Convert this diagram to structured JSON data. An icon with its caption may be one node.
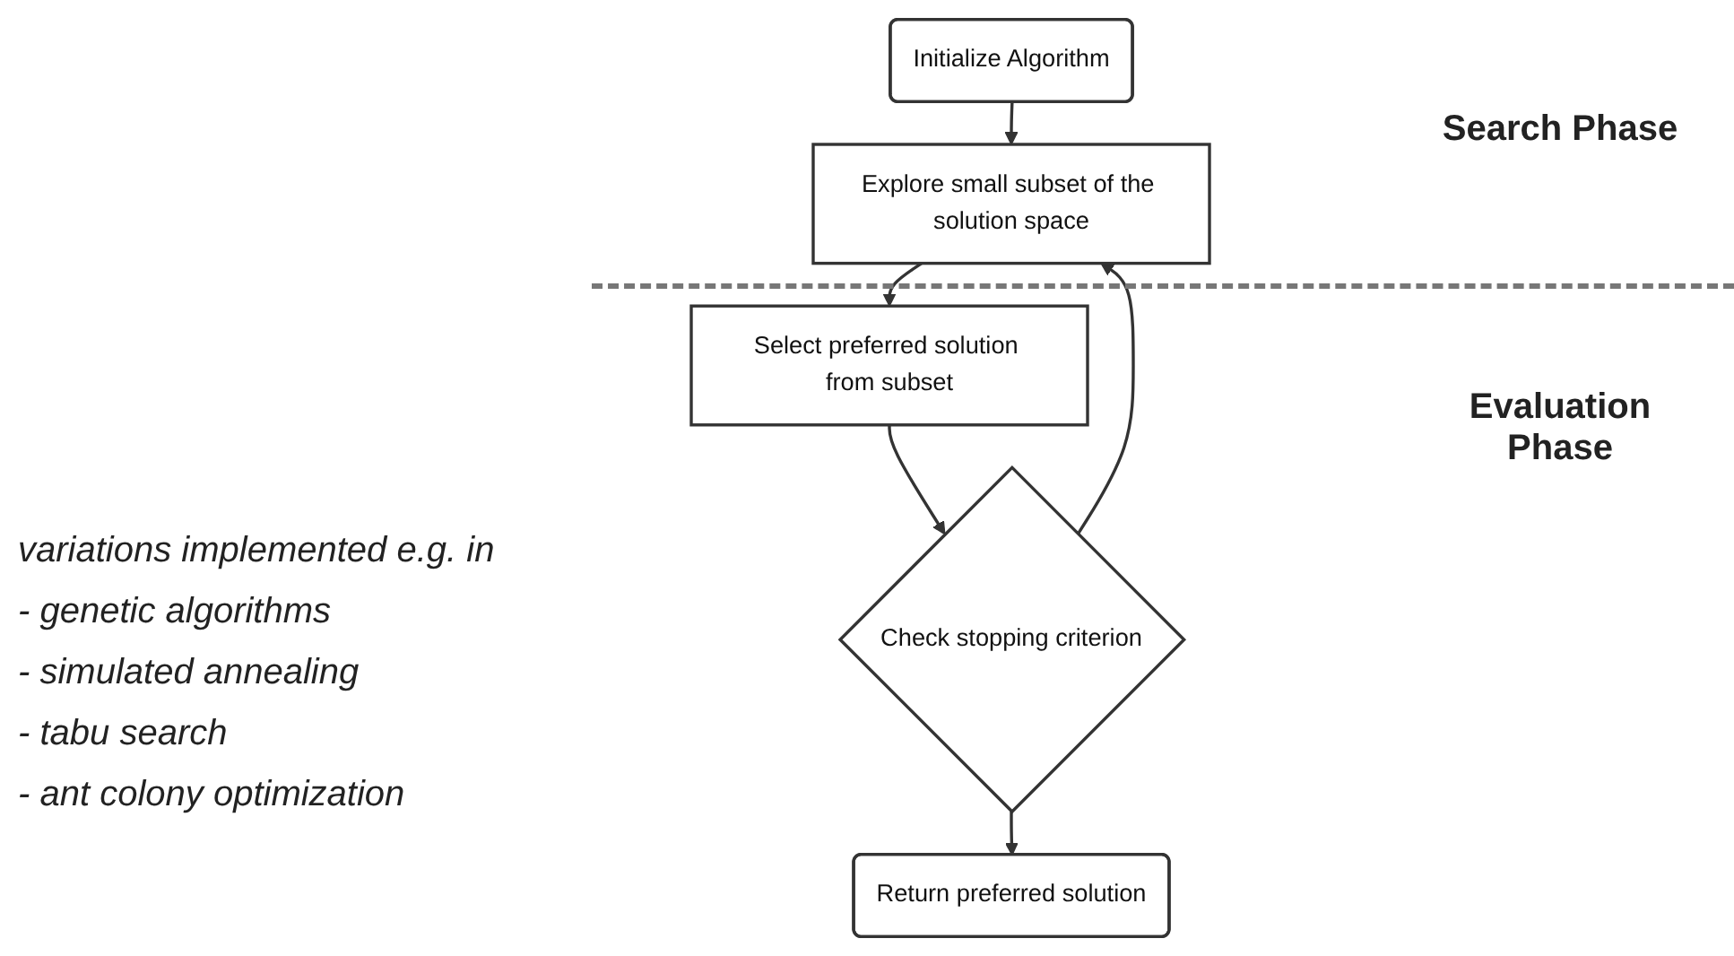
{
  "diagram": {
    "nodes": [
      {
        "text": [
          "Initialize Algorithm"
        ]
      },
      {
        "text": [
          "Explore small subset of the solution space"
        ]
      },
      {
        "text": [
          "Select preferred solution from subset"
        ]
      },
      {
        "text": [
          "Check stopping criterion"
        ]
      },
      {
        "text": [
          "Return preferred solution"
        ]
      }
    ],
    "edges": [
      {
        "from": 0,
        "to": 1,
        "arrow": "to"
      },
      {
        "from": 1,
        "to": 2,
        "arrow": "to"
      },
      {
        "from": 2,
        "to": 3,
        "arrow": "to"
      },
      {
        "from": 3,
        "to": 4,
        "arrow": "to"
      },
      {
        "from": 3,
        "to": 1,
        "arrow": "to"
      }
    ],
    "labels": [
      "Search Phase",
      "Evaluation Phase",
      "variations implemented e.g. in",
      "- genetic algorithms",
      "- simulated annealing",
      "- tabu search",
      "- ant colony optimization"
    ]
  }
}
